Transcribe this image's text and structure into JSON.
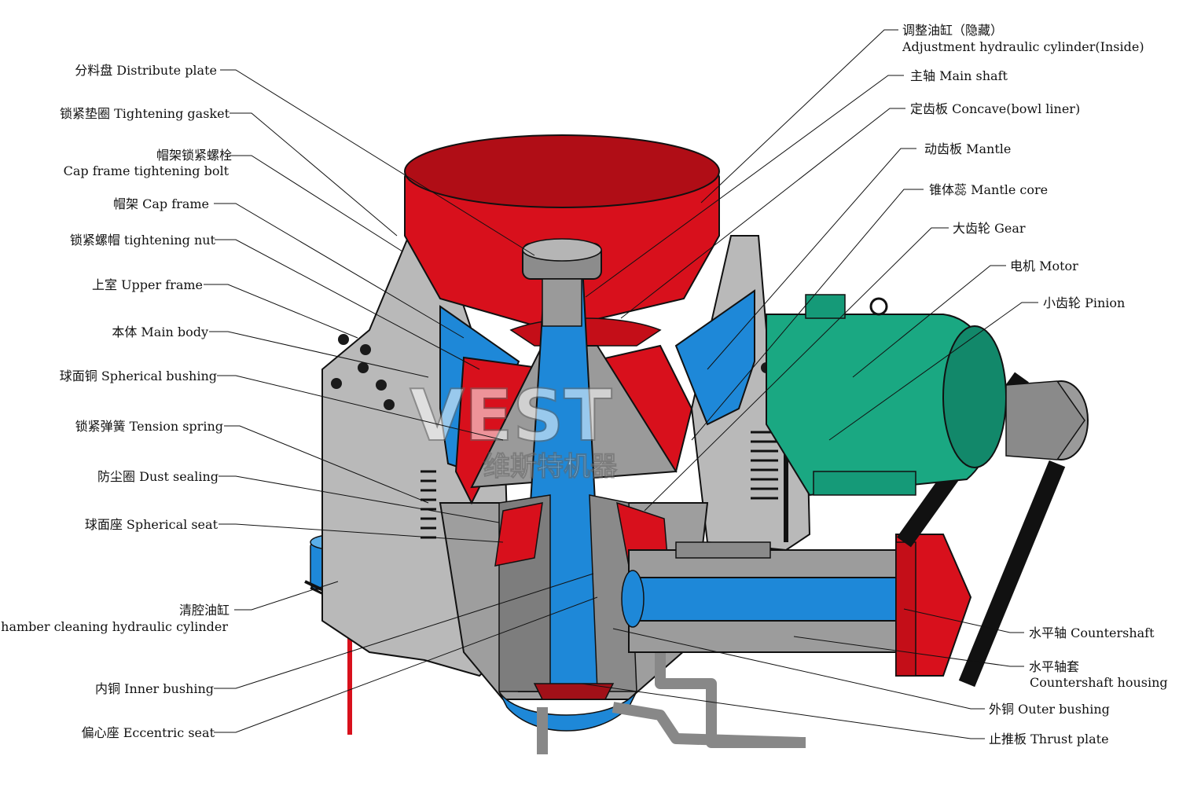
{
  "watermark": {
    "latin": "VEST",
    "cn": "维斯特机器"
  },
  "colors": {
    "red": "#d8101c",
    "blue": "#1e88d8",
    "gray": "#b9b9b9",
    "dark_gray": "#5a5a5a",
    "green": "#1aa882",
    "black": "#111111",
    "white": "#ffffff"
  },
  "left_labels": [
    {
      "line1": "分料盘 Distribute plate"
    },
    {
      "line1": "锁紧垫圈 Tightening gasket"
    },
    {
      "line1": "帽架锁紧螺栓",
      "line2": "Cap frame tightening bolt"
    },
    {
      "line1": "帽架 Cap frame"
    },
    {
      "line1": "锁紧螺帽 tightening nut"
    },
    {
      "line1": "上室 Upper frame"
    },
    {
      "line1": "本体 Main body"
    },
    {
      "line1": "球面铜 Spherical bushing"
    },
    {
      "line1": "锁紧弹簧 Tension spring"
    },
    {
      "line1": "防尘圈 Dust sealing"
    },
    {
      "line1": "球面座 Spherical seat"
    },
    {
      "line1": "清腔油缸",
      "line2": "Chamber cleaning hydraulic cylinder"
    },
    {
      "line1": "内铜 Inner bushing"
    },
    {
      "line1": "偏心座 Eccentric seat"
    }
  ],
  "right_labels": [
    {
      "line1": "调整油缸（隐藏）",
      "line2": "Adjustment hydraulic cylinder(Inside)"
    },
    {
      "line1": "主轴 Main shaft"
    },
    {
      "line1": "定齿板 Concave(bowl liner)"
    },
    {
      "line1": "动齿板 Mantle"
    },
    {
      "line1": "锥体蕊 Mantle core"
    },
    {
      "line1": "大齿轮 Gear"
    },
    {
      "line1": "电机 Motor"
    },
    {
      "line1": "小齿轮 Pinion"
    },
    {
      "line1": "水平轴 Countershaft"
    },
    {
      "line1": "水平轴套",
      "line2": "Countershaft housing"
    },
    {
      "line1": "外铜 Outer bushing"
    },
    {
      "line1": "止推板 Thrust plate"
    }
  ]
}
